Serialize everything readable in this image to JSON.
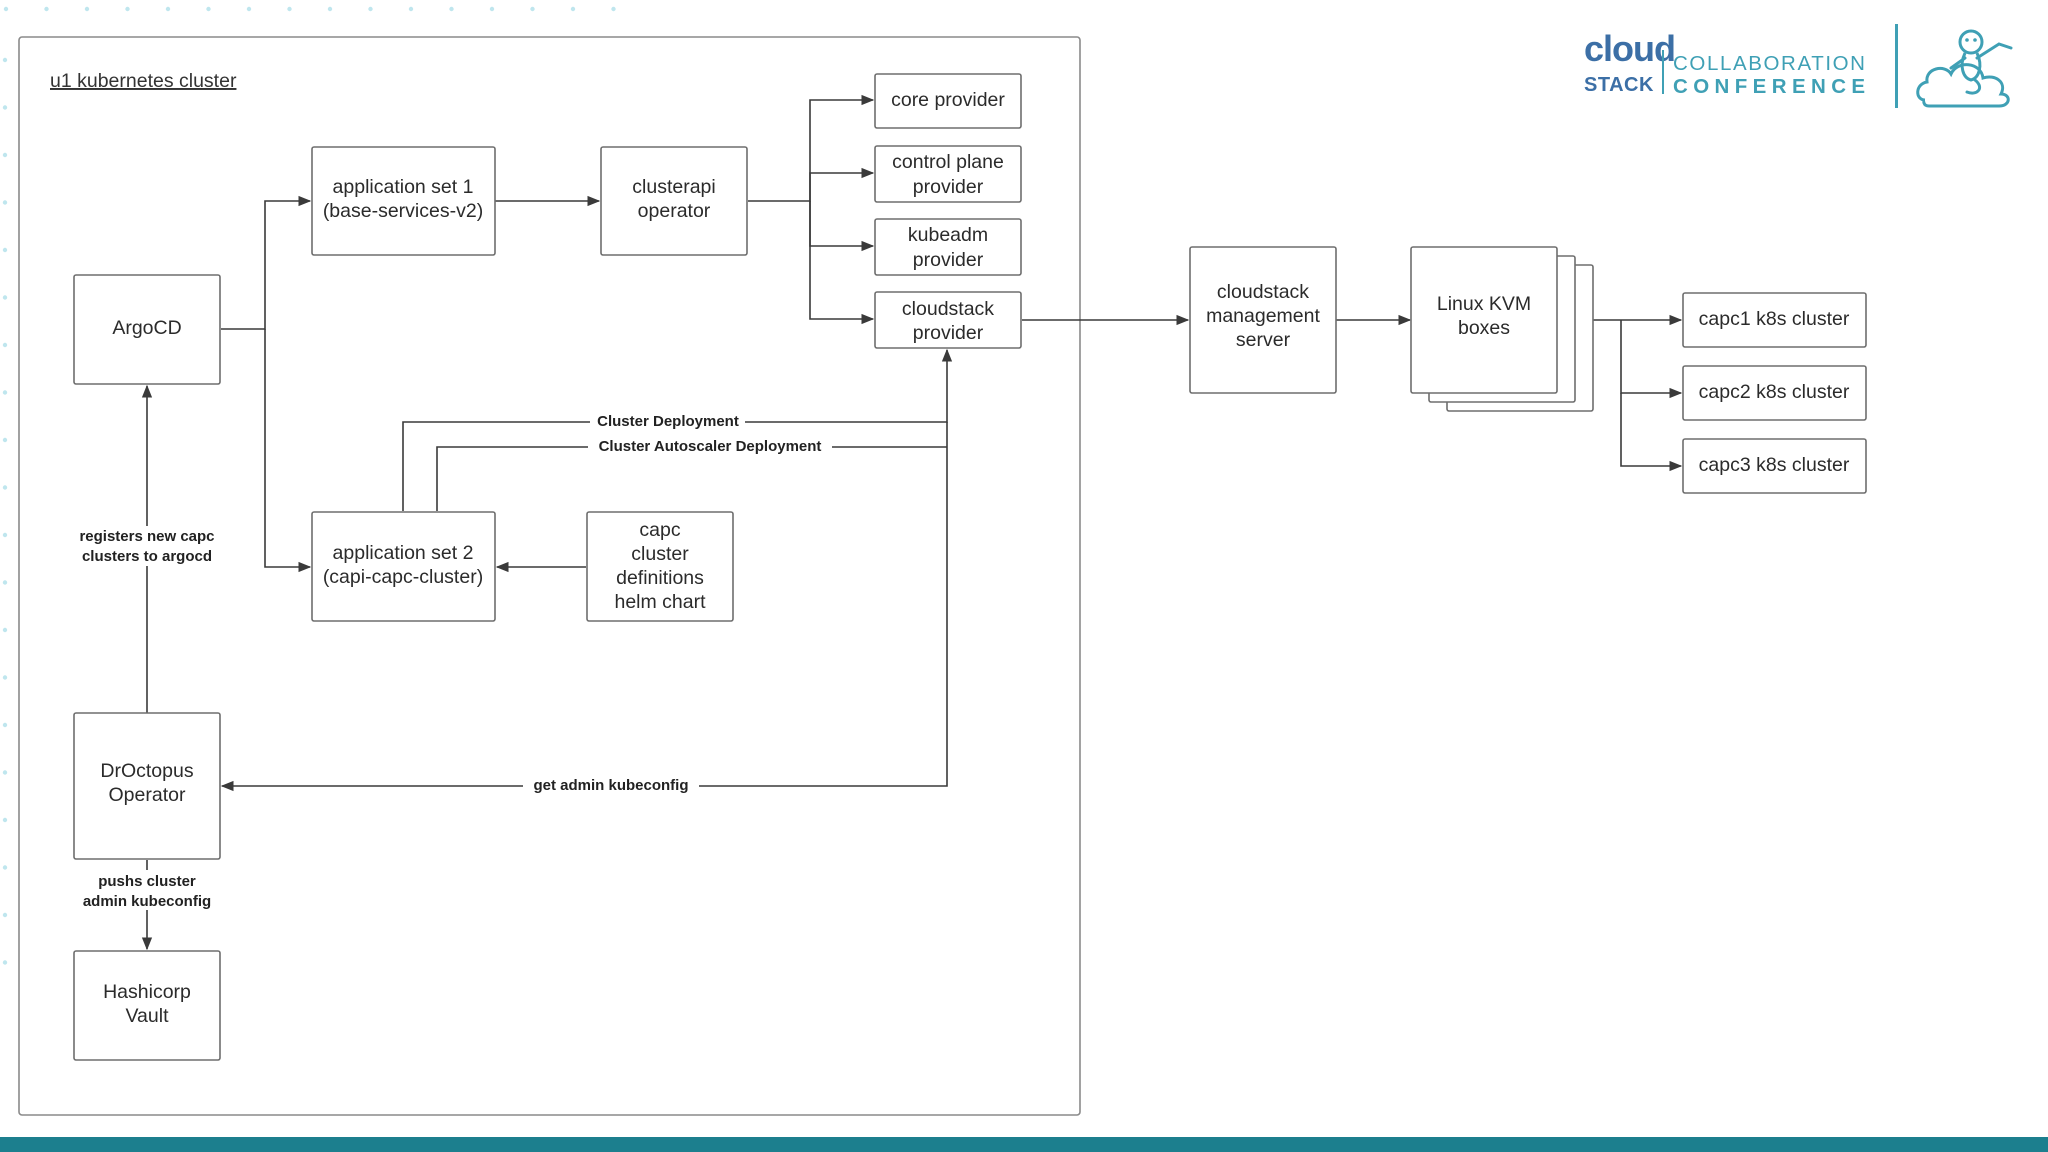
{
  "cluster_title": "u1 kubernetes cluster",
  "nodes": {
    "argocd": [
      "ArgoCD"
    ],
    "appset1": [
      "application set 1",
      "(base-services-v2)"
    ],
    "clusterapi": [
      "clusterapi",
      "operator"
    ],
    "core": [
      "core provider"
    ],
    "controlplane": [
      "control plane",
      "provider"
    ],
    "kubeadm": [
      "kubeadm",
      "provider"
    ],
    "cloudstack": [
      "cloudstack",
      "provider"
    ],
    "appset2": [
      "application set 2",
      "(capi-capc-cluster)"
    ],
    "helmchart": [
      "capc",
      "cluster",
      "definitions",
      "helm chart"
    ],
    "droctopus": [
      "DrOctopus",
      "Operator"
    ],
    "vault": [
      "Hashicorp",
      "Vault"
    ],
    "mgmt": [
      "cloudstack",
      "management",
      "server"
    ],
    "kvm": [
      "Linux KVM",
      "boxes"
    ],
    "capc1": [
      "capc1 k8s cluster"
    ],
    "capc2": [
      "capc2 k8s cluster"
    ],
    "capc3": [
      "capc3 k8s cluster"
    ]
  },
  "edge_labels": {
    "cluster_deployment": "Cluster Deployment",
    "autoscaler_deployment": "Cluster Autoscaler Deployment",
    "registers": [
      "registers new capc",
      "clusters to argocd"
    ],
    "get_kubeconfig": "get admin kubeconfig",
    "pushes": [
      "pushs cluster",
      "admin kubeconfig"
    ]
  },
  "logo": {
    "cloud": "cloud",
    "stack": "STACK",
    "line1": "COLLABORATION",
    "line2": "CONFERENCE",
    "mascot_icon": "monkey-on-cloud-icon"
  },
  "colors": {
    "accent": "#3fa0b5",
    "brand_dark": "#3c6fa6",
    "bottom_bar": "#1c7f8e"
  }
}
